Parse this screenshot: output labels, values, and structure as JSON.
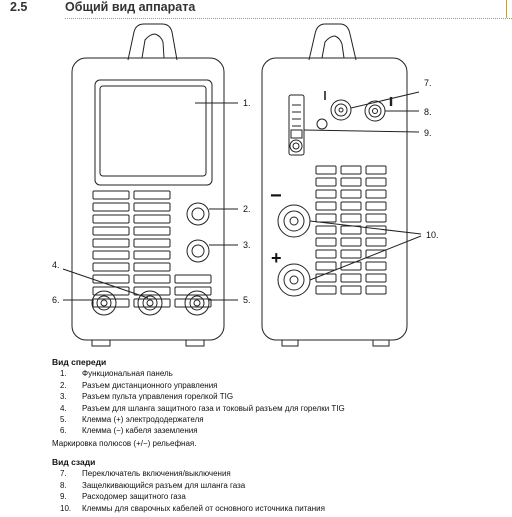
{
  "section": {
    "number": "2.5",
    "title": "Общий вид аппарата"
  },
  "figure": {
    "front_callouts": [
      "1.",
      "2.",
      "3.",
      "4.",
      "6.",
      "5."
    ],
    "rear_callouts": [
      "7.",
      "8.",
      "9.",
      "10."
    ],
    "polarity": {
      "minus": "−",
      "plus": "+"
    },
    "switch_mark": "I"
  },
  "front": {
    "heading": "Вид спереди",
    "items": [
      {
        "n": "1.",
        "text": "Функциональная панель"
      },
      {
        "n": "2.",
        "text": "Разъем дистанционного управления"
      },
      {
        "n": "3.",
        "text": "Разъем пульта управления горелкой TIG"
      },
      {
        "n": "4.",
        "text": "Разъем для шланга защитного газа и токовый разъем для горелки TIG"
      },
      {
        "n": "5.",
        "text": "Клемма (+) электрододержателя"
      },
      {
        "n": "6.",
        "text": "Клемма (−) кабеля заземления"
      }
    ],
    "note": "Маркировка полюсов (+/−) рельефная."
  },
  "rear": {
    "heading": "Вид сзади",
    "items": [
      {
        "n": "7.",
        "text": "Переключатель включения/выключения"
      },
      {
        "n": "8.",
        "text": "Защелкивающийся разъем для шланга газа"
      },
      {
        "n": "9.",
        "text": "Расходомер защитного газа"
      },
      {
        "n": "10.",
        "text": "Клеммы для сварочных кабелей от основного источника питания"
      }
    ]
  }
}
